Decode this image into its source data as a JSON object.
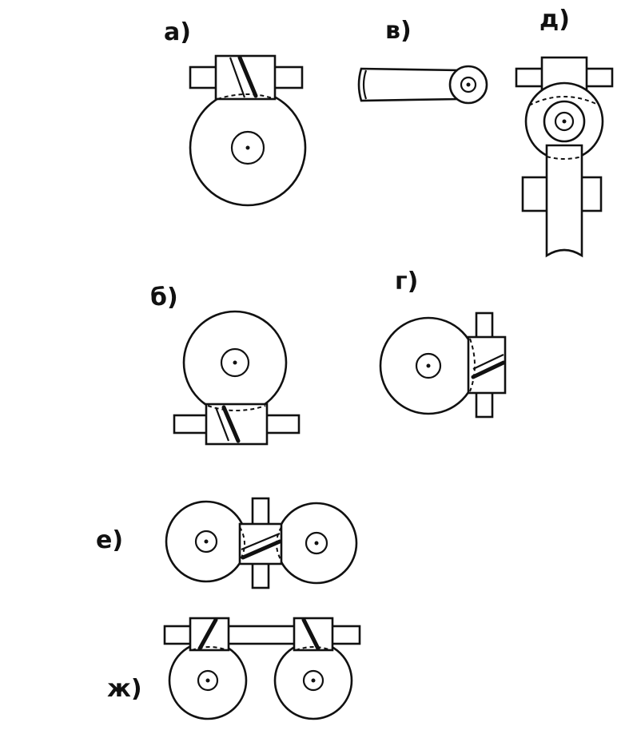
{
  "diagram": {
    "labels": {
      "a": "а)",
      "b": "б)",
      "v": "в)",
      "g": "г)",
      "d": "д)",
      "e": "е)",
      "zh": "ж)"
    },
    "colors": {
      "ink": "#111111",
      "background": "#ffffff"
    }
  }
}
